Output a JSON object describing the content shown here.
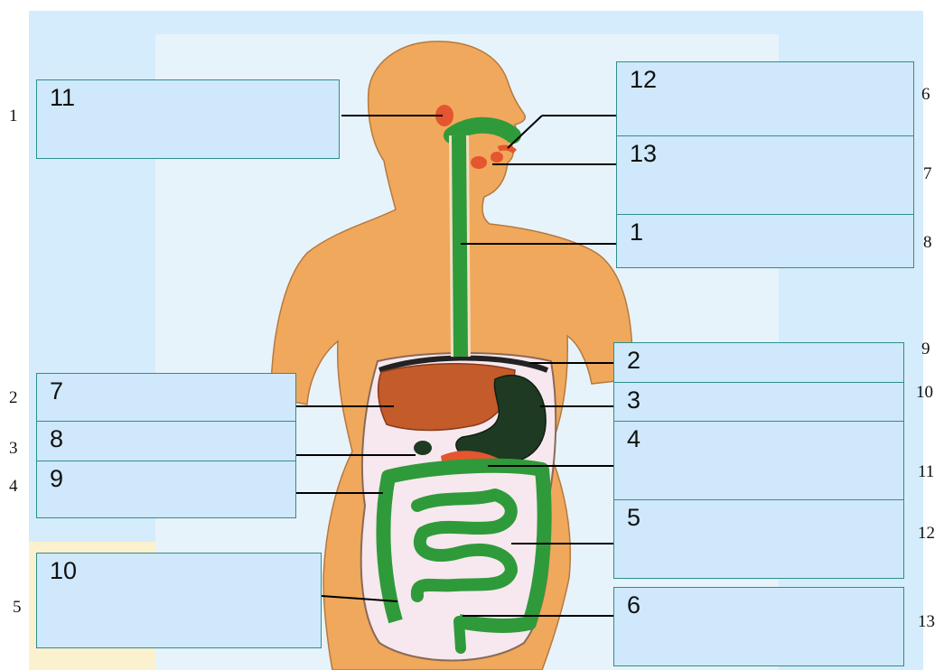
{
  "colors": {
    "background": "#d4ecfb",
    "skin": "#f0a85c",
    "digestive_tract": "#2f9a3a",
    "organ_red": "#e5552f",
    "liver": "#c45b2a",
    "stomach": "#1e3a23",
    "label_box_fill": "#cfe8fb",
    "label_box_border": "#2f8f8a"
  },
  "left_labels": [
    {
      "outer": "1",
      "box": "11"
    },
    {
      "outer": "2",
      "box": "7"
    },
    {
      "outer": "3",
      "box": "8"
    },
    {
      "outer": "4",
      "box": "9"
    },
    {
      "outer": "5",
      "box": "10"
    }
  ],
  "right_labels": [
    {
      "outer": "6",
      "box": "12"
    },
    {
      "outer": "7",
      "box": "13"
    },
    {
      "outer": "8",
      "box": "1"
    },
    {
      "outer": "9",
      "box": "2"
    },
    {
      "outer": "10",
      "box": "3"
    },
    {
      "outer": "11",
      "box": "4"
    },
    {
      "outer": "12",
      "box": "5"
    },
    {
      "outer": "13",
      "box": "6"
    }
  ]
}
